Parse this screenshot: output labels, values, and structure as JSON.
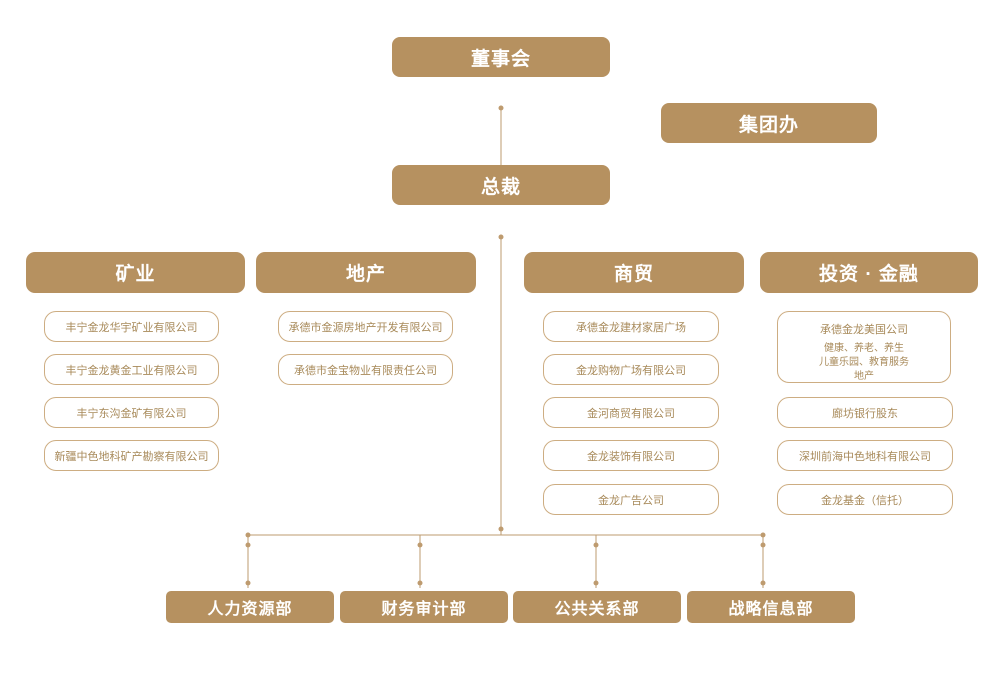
{
  "colors": {
    "solid_box": "#B69160",
    "outline_border": "#CDAD82",
    "outline_text": "#A88A5A",
    "connector_line": "#BE9B6F",
    "box_text": "#ffffff"
  },
  "top": {
    "board": "董事会",
    "group_office": "集团办",
    "president": "总裁"
  },
  "divisions": [
    {
      "label": "矿业",
      "companies": [
        "丰宁金龙华宇矿业有限公司",
        "丰宁金龙黄金工业有限公司",
        "丰宁东沟金矿有限公司",
        "新疆中色地科矿产勘察有限公司"
      ]
    },
    {
      "label": "地产",
      "companies": [
        "承德市金源房地产开发有限公司",
        "承德市金宝物业有限责任公司"
      ]
    },
    {
      "label": "商贸",
      "companies": [
        "承德金龙建材家居广场",
        "金龙购物广场有限公司",
        "金河商贸有限公司",
        "金龙装饰有限公司",
        "金龙广告公司"
      ]
    },
    {
      "label": "投资 · 金融",
      "featured": {
        "title": "承德金龙美国公司",
        "line1": "健康、养老、养生",
        "line2": "儿童乐园、教育服务",
        "line3": "地产"
      },
      "companies": [
        "廊坊银行股东",
        "深圳前海中色地科有限公司",
        "金龙基金（信托）"
      ]
    }
  ],
  "departments": [
    "人力资源部",
    "财务审计部",
    "公共关系部",
    "战略信息部"
  ]
}
